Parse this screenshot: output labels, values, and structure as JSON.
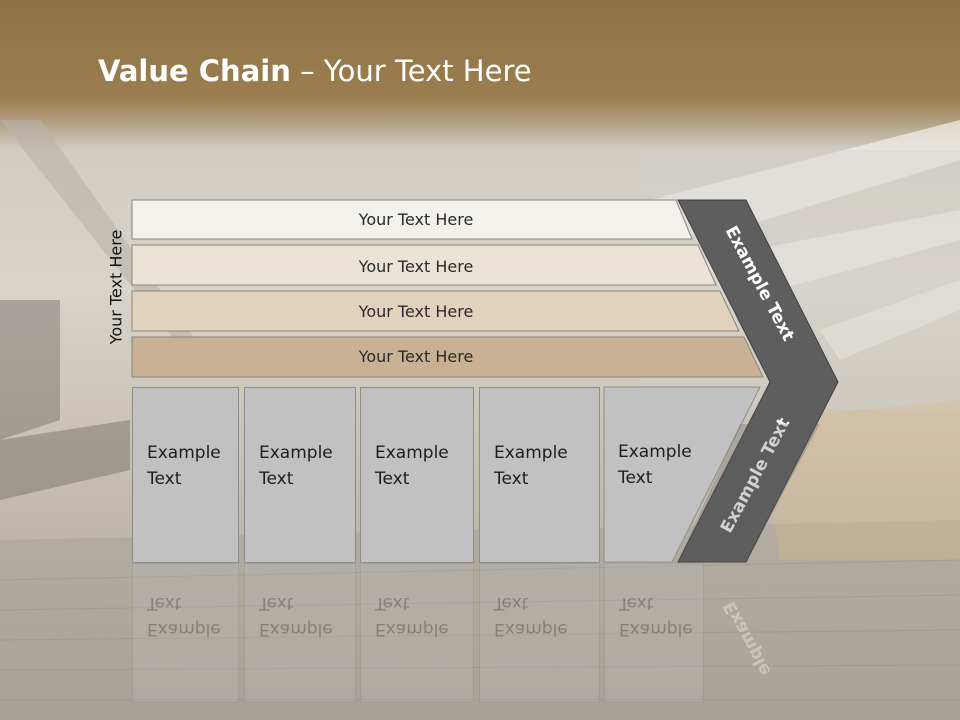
{
  "slide": {
    "title_bold": "Value Chain",
    "title_rest": " – Your Text Here",
    "side_label": "Your Text Here"
  },
  "rows": [
    {
      "label": "Your Text Here",
      "color": "#f3f1ec"
    },
    {
      "label": "Your Text Here",
      "color": "#ebe3d6"
    },
    {
      "label": "Your Text Here",
      "color": "#e0d2bd"
    },
    {
      "label": "Your Text Here",
      "color": "#c9b293"
    }
  ],
  "boxes": [
    {
      "label": "Example\nText"
    },
    {
      "label": "Example\nText"
    },
    {
      "label": "Example\nText"
    },
    {
      "label": "Example\nText"
    },
    {
      "label": "Example\nText"
    }
  ],
  "chevron": {
    "upper_label": "Example Text",
    "lower_label": "Example Text",
    "color": "#5e5e5e"
  },
  "reflections": {
    "box_label": "Example\nText",
    "chevron_label": "Example"
  }
}
